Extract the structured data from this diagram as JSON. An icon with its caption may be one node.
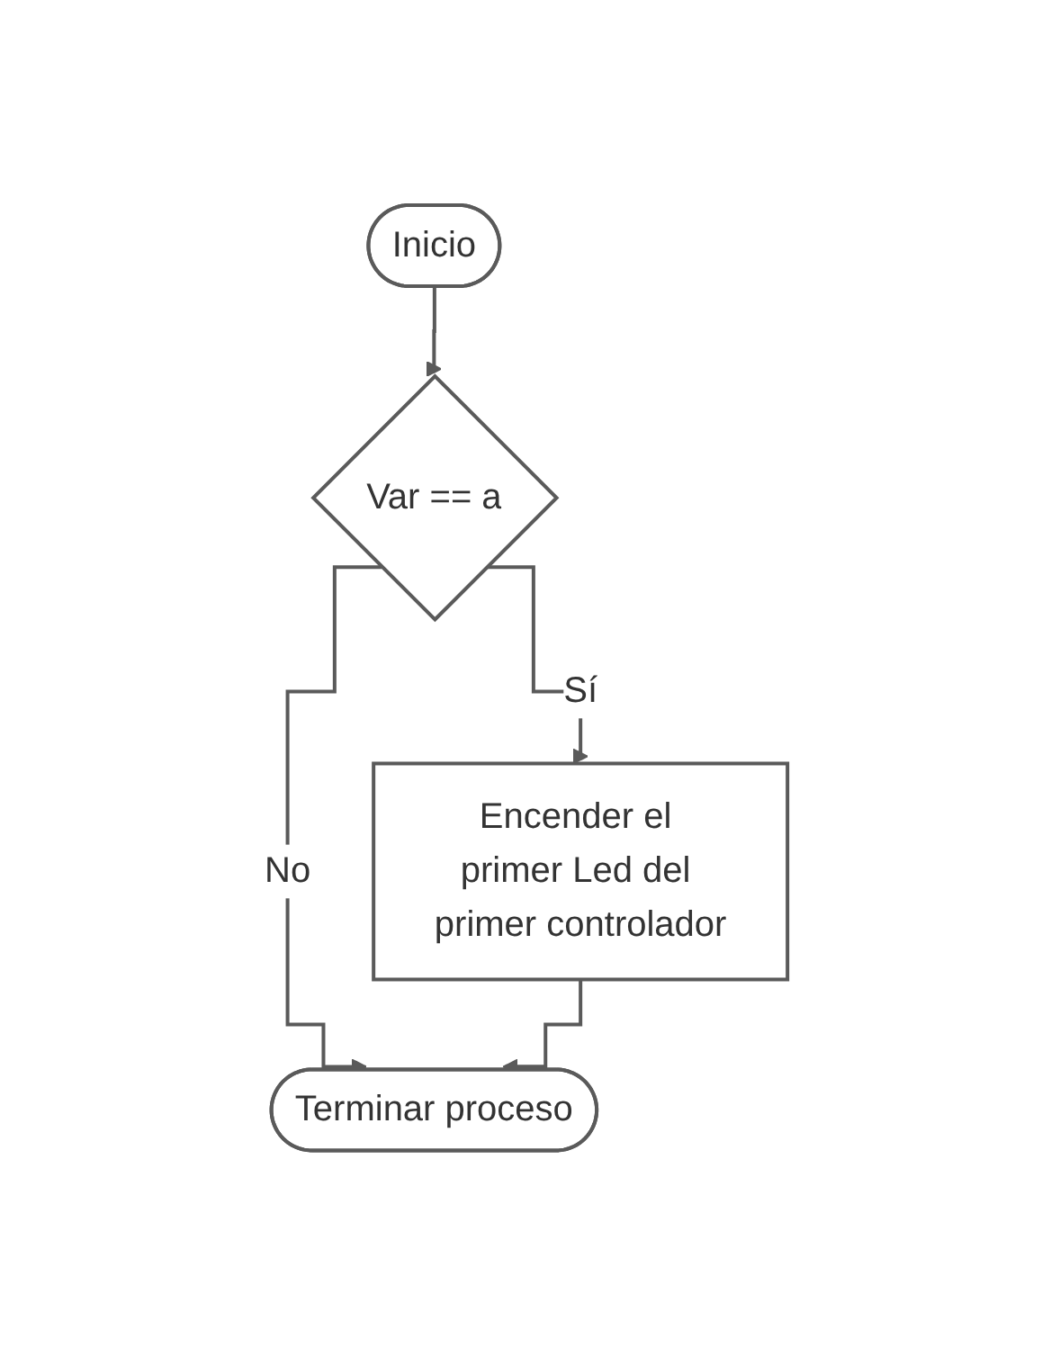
{
  "diagram": {
    "nodes": [
      {
        "text": [
          "Inicio"
        ]
      },
      {
        "text": [
          "Var == a"
        ]
      },
      {
        "text": [
          "Encender el primer Led del primer controlador"
        ]
      },
      {
        "text": [
          "Terminar proceso"
        ]
      }
    ],
    "edges": [
      {
        "from": 0,
        "to": 1,
        "arrow": "to"
      },
      {
        "from": 1,
        "to": 2,
        "arrow": "to",
        "label": "Sí"
      },
      {
        "from": 1,
        "to": 3,
        "arrow": "to",
        "label": "No"
      },
      {
        "from": 2,
        "to": 3,
        "arrow": "to"
      }
    ]
  }
}
